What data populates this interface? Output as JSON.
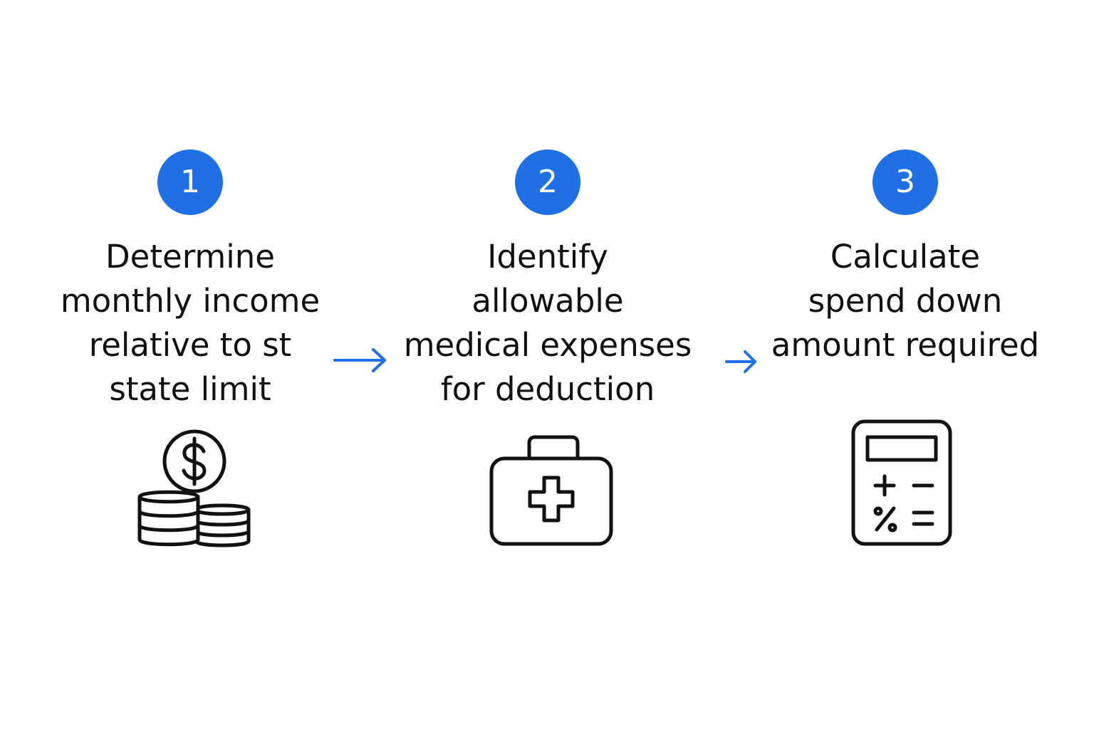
{
  "steps": [
    {
      "number": "1",
      "lines": [
        "Determine",
        "monthly income",
        "relative to st",
        "state limit"
      ],
      "icon": "coins-dollar-icon"
    },
    {
      "number": "2",
      "lines": [
        "Identify",
        "allowable",
        "medical expenses",
        "for deduction"
      ],
      "icon": "medical-kit-icon"
    },
    {
      "number": "3",
      "lines": [
        "Calculate",
        "spend down",
        "amount required"
      ],
      "icon": "calculator-icon"
    }
  ],
  "colors": {
    "accent": "#1f6fe5",
    "text": "#111111",
    "background": "#ffffff"
  },
  "arrows": [
    "arrow-right-icon",
    "arrow-right-icon"
  ]
}
